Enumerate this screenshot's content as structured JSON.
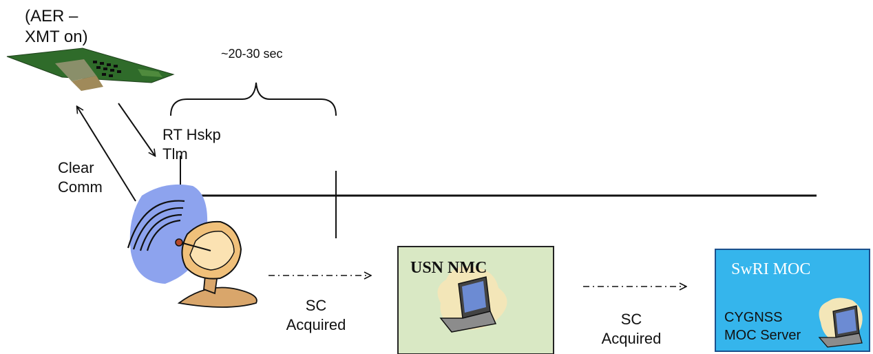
{
  "satellite": {
    "line1": "(AER –",
    "line2": "XMT on)"
  },
  "timing": {
    "label": "~20-30 sec"
  },
  "telemetry": {
    "line1": "RT Hskp",
    "line2": "Tlm"
  },
  "clear_comm": {
    "line1": "Clear",
    "line2": "Comm"
  },
  "handoff1": {
    "line1": "SC",
    "line2": "Acquired"
  },
  "handoff2": {
    "line1": "SC",
    "line2": "Acquired"
  },
  "usn_box": {
    "title": "USN NMC",
    "fill": "#d9e8c4",
    "border": "#222222"
  },
  "swri_box": {
    "title": "SwRI MOC",
    "server_line1": "CYGNSS",
    "server_line2": "MOC Server",
    "fill": "#35b5ec",
    "border": "#1b4f8c"
  },
  "colors": {
    "antenna_beam": "#8da3ee",
    "antenna_body": "#d9a66b",
    "panel": "#2f6b2a"
  }
}
